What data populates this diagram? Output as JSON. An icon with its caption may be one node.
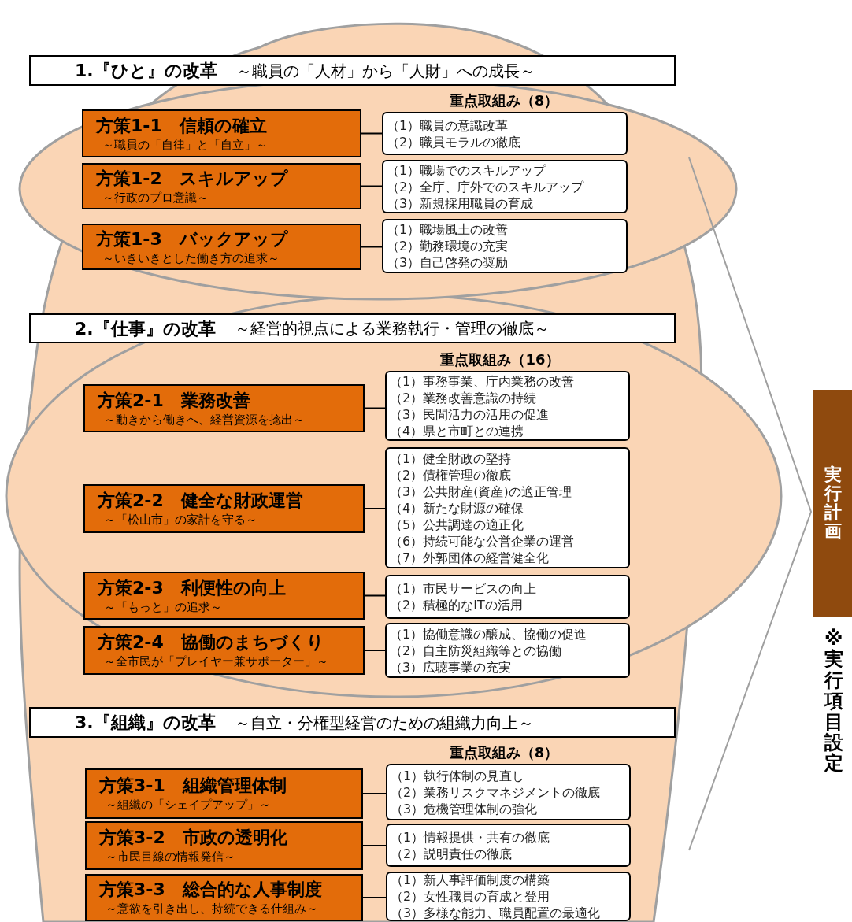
{
  "diagram": {
    "nodes": [
      {
        "text": [
          "1.『ひと』の改革",
          "～職員の「人材」から「人財」への成長～"
        ]
      },
      {
        "text": [
          "方策1-1　信頼の確立",
          "～職員の「自律」と「自立」～"
        ]
      },
      {
        "text": [
          "（1）職員の意識改革",
          "（2）職員モラルの徹底"
        ]
      },
      {
        "text": [
          "方策1-2　スキルアップ",
          "～行政のプロ意識～"
        ]
      },
      {
        "text": [
          "（1）職場でのスキルアップ",
          "（2）全庁、庁外でのスキルアップ",
          "（3）新規採用職員の育成"
        ]
      },
      {
        "text": [
          "方策1-3　バックアップ",
          "～いきいきとした働き方の追求～"
        ]
      },
      {
        "text": [
          "（1）職場風土の改善",
          "（2）勤務環境の充実",
          "（3）自己啓発の奨励"
        ]
      },
      {
        "text": [
          "2.『仕事』の改革",
          "～経営的視点による業務執行・管理の徹底～"
        ]
      },
      {
        "text": [
          "方策2-1　業務改善",
          "～動きから働きへ、経営資源を捻出～"
        ]
      },
      {
        "text": [
          "（1）事務事業、庁内業務の改善",
          "（2）業務改善意識の持続",
          "（3）民間活力の活用の促進",
          "（4）県と市町との連携"
        ]
      },
      {
        "text": [
          "方策2-2　健全な財政運営",
          "～「松山市」の家計を守る～"
        ]
      },
      {
        "text": [
          "（1）健全財政の堅持",
          "（2）債権管理の徹底",
          "（3）公共財産(資産)の適正管理",
          "（4）新たな財源の確保",
          "（5）公共調達の適正化",
          "（6）持続可能な公営企業の運営",
          "（7）外郭団体の経営健全化"
        ]
      },
      {
        "text": [
          "方策2-3　利便性の向上",
          "～「もっと」の追求～"
        ]
      },
      {
        "text": [
          "（1）市民サービスの向上",
          "（2）積極的なITの活用"
        ]
      },
      {
        "text": [
          "方策2-4　協働のまちづくり",
          "～全市民が「プレイヤー兼サポーター」～"
        ]
      },
      {
        "text": [
          "（1）協働意識の醸成、協働の促進",
          "（2）自主防災組織等との協働",
          "（3）広聴事業の充実"
        ]
      },
      {
        "text": [
          "3.『組織』の改革",
          "～自立・分権型経営のための組織力向上～"
        ]
      },
      {
        "text": [
          "方策3-1　組織管理体制",
          "～組織の「シェイプアップ」～"
        ]
      },
      {
        "text": [
          "（1）執行体制の見直し",
          "（2）業務リスクマネジメントの徹底",
          "（3）危機管理体制の強化"
        ]
      },
      {
        "text": [
          "方策3-2　市政の透明化",
          "～市民目線の情報発信～"
        ]
      },
      {
        "text": [
          "（1）情報提供・共有の徹底",
          "（2）説明責任の徹底"
        ]
      },
      {
        "text": [
          "方策3-3　総合的な人事制度",
          "～意欲を引き出し、持続できる仕組み～"
        ]
      },
      {
        "text": [
          "（1）新人事評価制度の構築",
          "（2）女性職員の育成と登用",
          "（3）多様な能力、職員配置の最適化"
        ]
      },
      {
        "text": [
          "実行計画"
        ]
      }
    ],
    "edges": [
      {
        "from": 1,
        "to": 2,
        "arrow": "none"
      },
      {
        "from": 3,
        "to": 4,
        "arrow": "none"
      },
      {
        "from": 5,
        "to": 6,
        "arrow": "none"
      },
      {
        "from": 8,
        "to": 9,
        "arrow": "none"
      },
      {
        "from": 10,
        "to": 11,
        "arrow": "none"
      },
      {
        "from": 12,
        "to": 13,
        "arrow": "none"
      },
      {
        "from": 14,
        "to": 15,
        "arrow": "none"
      },
      {
        "from": 17,
        "to": 18,
        "arrow": "none"
      },
      {
        "from": 19,
        "to": 20,
        "arrow": "none"
      },
      {
        "from": 21,
        "to": 22,
        "arrow": "none"
      }
    ],
    "labels": [
      "重点取組み（8）",
      "重点取組み（16）",
      "重点取組み（8）",
      "※実行項目設定"
    ]
  }
}
